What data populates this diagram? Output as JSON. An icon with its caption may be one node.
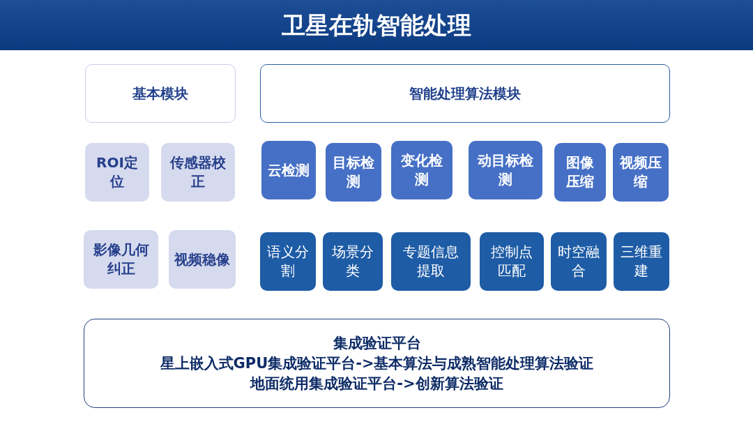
{
  "diagram": {
    "title": "卫星在轨智能处理",
    "nodes": [
      {
        "text": [
          "基本模块"
        ]
      },
      {
        "text": [
          "智能处理算法模块"
        ]
      },
      {
        "text": [
          "ROI定位"
        ]
      },
      {
        "text": [
          "传感器校正"
        ]
      },
      {
        "text": [
          "云检测"
        ]
      },
      {
        "text": [
          "目标检测"
        ]
      },
      {
        "text": [
          "变化检测"
        ]
      },
      {
        "text": [
          "动目标检测"
        ]
      },
      {
        "text": [
          "图像压缩"
        ]
      },
      {
        "text": [
          "视频压缩"
        ]
      },
      {
        "text": [
          "影像几何纠正"
        ]
      },
      {
        "text": [
          "视频稳像"
        ]
      },
      {
        "text": [
          "语义分割"
        ]
      },
      {
        "text": [
          "场景分类"
        ]
      },
      {
        "text": [
          "专题信息提取"
        ]
      },
      {
        "text": [
          "控制点匹配"
        ]
      },
      {
        "text": [
          "时空融合"
        ]
      },
      {
        "text": [
          "三维重建"
        ]
      },
      {
        "text": [
          "集成验证平台",
          "星上嵌入式GPU集成验证平台->基本算法与成熟智能处理算法验证",
          "地面统用集成验证平台->创新算法验证"
        ]
      }
    ],
    "edges": []
  }
}
